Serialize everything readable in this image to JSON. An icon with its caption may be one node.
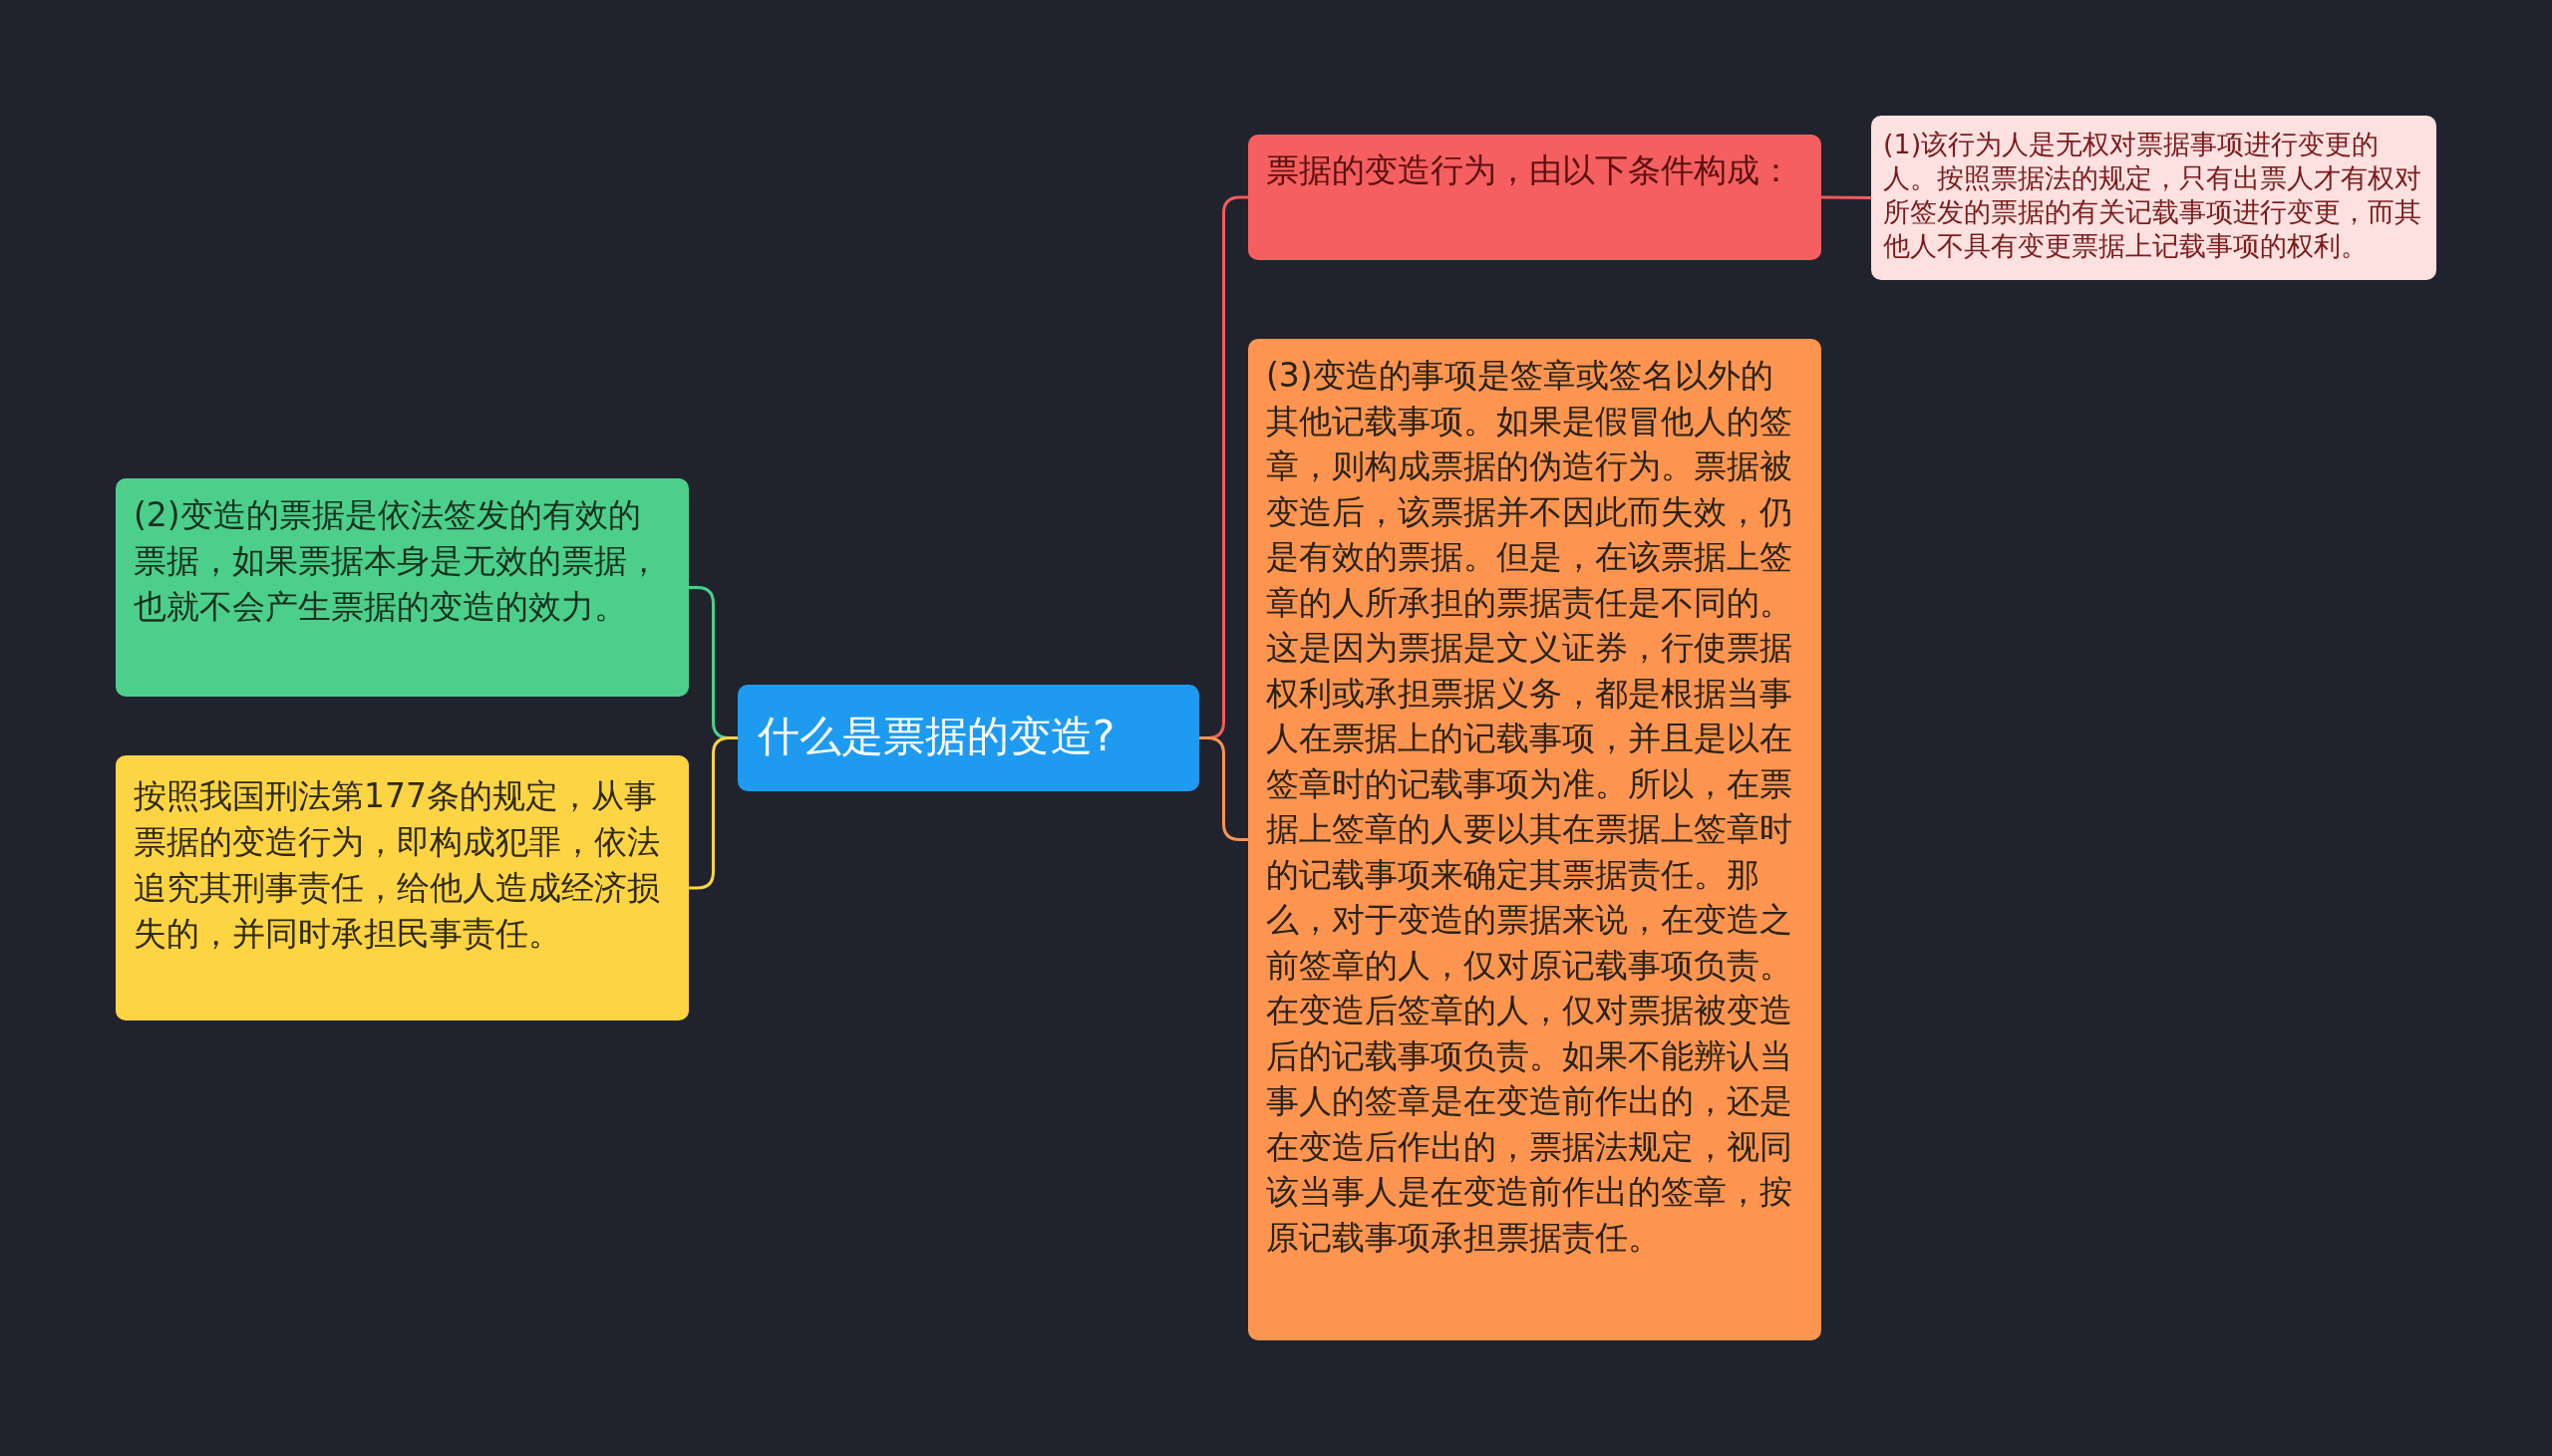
{
  "diagram": {
    "nodes": [
      {
        "text": [
          "什么是票据的变造?"
        ]
      },
      {
        "text": [
          "票据的变造行为，由以下条件构成："
        ]
      },
      {
        "text": [
          "(1)该行为人是无权对票据事项进行变更的人。按照票据法的规定，只有出票人才有权对所签发的票据的有关记载事项进行变更，而其他人不具有变更票据上记载事项的权利。"
        ]
      },
      {
        "text": [
          "(3)变造的事项是签章或签名以外的其他记载事项。如果是假冒他人的签章，则构成票据的伪造行为。票据被变造后，该票据并不因此而失效，仍是有效的票据。但是，在该票据上签章的人所承担的票据责任是不同的。这是因为票据是文义证券，行使票据权利或承担票据义务，都是根据当事人在票据上的记载事项，并且是以在签章时的记载事项为准。所以，在票据上签章的人要以其在票据上签章时的记载事项来确定其票据责任。那么，对于变造的票据来说，在变造之前签章的人，仅对原记载事项负责。在变造后签章的人，仅对票据被变造后的记载事项负责。如果不能辨认当事人的签章是在变造前作出的，还是在变造后作出的，票据法规定，视同该当事人是在变造前作出的签章，按原记载事项承担票据责任。"
        ]
      },
      {
        "text": [
          "(2)变造的票据是依法签发的有效的票据，如果票据本身是无效的票据，也就不会产生票据的变造的效力。"
        ]
      },
      {
        "text": [
          "按照我国刑法第177条的规定，从事票据的变造行为，即构成犯罪，依法追究其刑事责任，给他人造成经济损失的，并同时承担民事责任。"
        ]
      }
    ],
    "edges": [
      {
        "from": 0,
        "to": 1,
        "arrow": "none",
        "color": "#f25c5c"
      },
      {
        "from": 0,
        "to": 3,
        "arrow": "none",
        "color": "#fb9450"
      },
      {
        "from": 0,
        "to": 4,
        "arrow": "none",
        "color": "#4ccf8a"
      },
      {
        "from": 0,
        "to": 5,
        "arrow": "none",
        "color": "#fdd443"
      },
      {
        "from": 1,
        "to": 2,
        "arrow": "none",
        "color": "#f25c5c"
      }
    ]
  }
}
